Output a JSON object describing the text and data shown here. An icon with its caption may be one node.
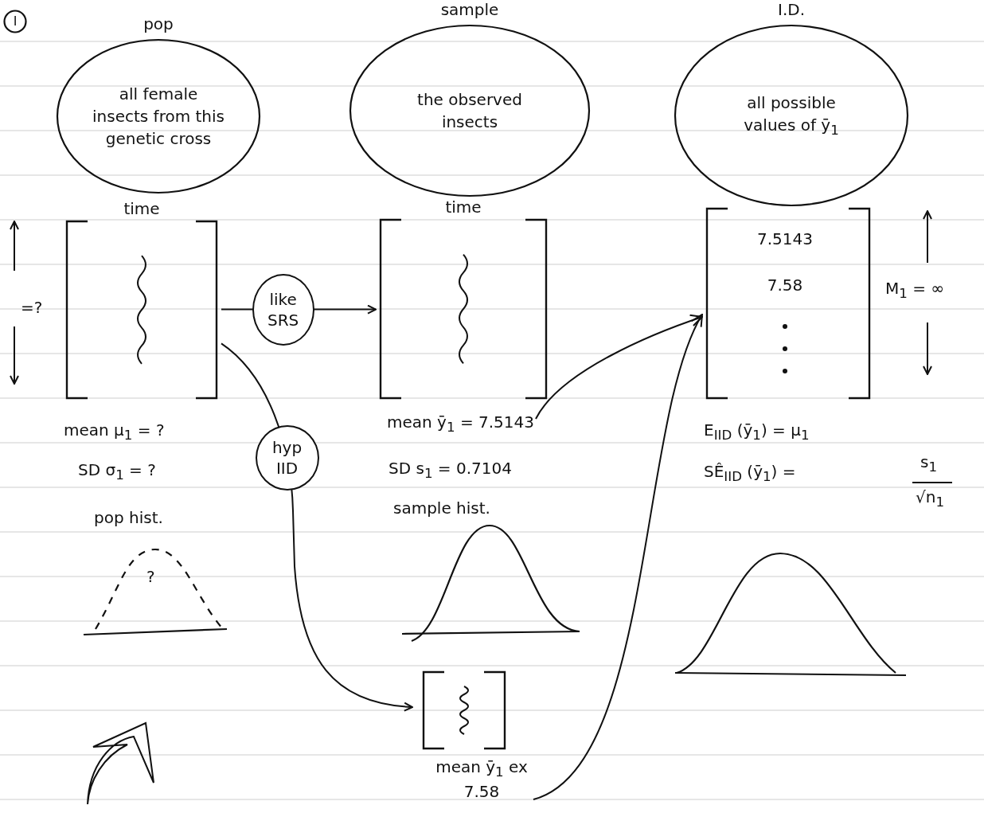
{
  "diagram": {
    "nodes": [
      {
        "text": [
          "I"
        ]
      },
      {
        "text": [
          "pop",
          "all female insects from this genetic cross"
        ]
      },
      {
        "text": [
          "sample",
          "the observed insects"
        ]
      },
      {
        "text": [
          "I.D.",
          "all possible values of ȳ$_{1}$"
        ]
      },
      {
        "text": [
          "time"
        ]
      },
      {
        "text": [
          "time"
        ]
      },
      {
        "text": [
          "7.5143",
          "7.58"
        ]
      },
      {
        "text": [
          "mean ȳ$_{1}$ = 7.5143"
        ]
      },
      {
        "text": [
          "mean ȳ$_{1}$ ex 7.58"
        ]
      }
    ],
    "edges": [
      {
        "from": 4,
        "to": 5,
        "arrow": "to",
        "label": "like SRS"
      },
      {
        "from": 4,
        "to": 8,
        "arrow": "to",
        "label": "hyp IID"
      },
      {
        "from": 8,
        "to": 6,
        "arrow": "to"
      },
      {
        "from": 7,
        "to": 6,
        "arrow": "to"
      }
    ],
    "labels": [
      "=?",
      "M$_{1}$ = ∞",
      "mean μ$_{1}$ = ?",
      "E$_{IID}$ (ȳ$_{1}$) = μ$_{1}$",
      "SD σ$_{1}$ = ?",
      "SD s$_{1}$ = 0.7104",
      "SÊ$_{IID}$ (ȳ$_{1}$) =",
      "s$_{1}$",
      "√n$_{1}$",
      "pop hist.",
      "sample hist.",
      "?"
    ]
  }
}
